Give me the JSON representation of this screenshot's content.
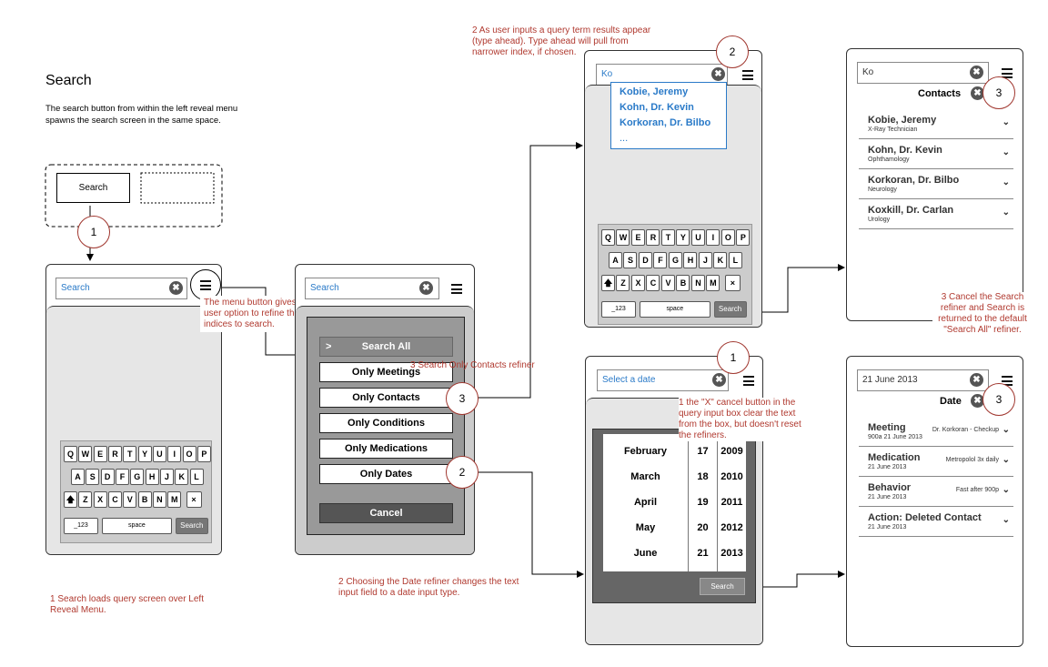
{
  "page": {
    "title": "Search",
    "description": "The search button from within the left reveal menu spawns the search screen in the same space."
  },
  "step1": {
    "search_button": "Search",
    "circle": "1",
    "note": "1 Search loads query screen over Left Reveal Menu."
  },
  "phone1": {
    "search_placeholder": "Search",
    "clear_glyph": "✖",
    "callout": "The menu button gives the user option to refine the indices to search."
  },
  "keyboard": {
    "row1": [
      "Q",
      "W",
      "E",
      "R",
      "T",
      "Y",
      "U",
      "I",
      "O",
      "P"
    ],
    "row2": [
      "A",
      "S",
      "D",
      "F",
      "G",
      "H",
      "J",
      "K",
      "L"
    ],
    "row3": [
      "Z",
      "X",
      "C",
      "V",
      "B",
      "N",
      "M"
    ],
    "shift": "🡅",
    "backspace": "×",
    "num_key": "_123",
    "space_key": "space",
    "search_key": "Search"
  },
  "phone2": {
    "search_placeholder": "Search",
    "refiners": [
      "Search All",
      "Only Meetings",
      "Only Contacts",
      "Only Conditions",
      "Only Medications",
      "Only Dates"
    ],
    "cancel": "Cancel",
    "refiner_chevron": ">",
    "note_contacts": "3 Search Only Contacts refiner",
    "circle_contacts": "3",
    "circle_dates": "2",
    "note_dates": "2 Choosing the Date refiner changes the text input field to a date input type."
  },
  "phone3": {
    "note": "2 As user inputs a query term results appear (type ahead). Type ahead will pull from narrower index, if chosen.",
    "circle": "2",
    "query": "Ko",
    "suggestions": [
      "Kobie, Jeremy",
      "Kohn, Dr. Kevin",
      "Korkoran, Dr. Bilbo",
      "..."
    ]
  },
  "phone4": {
    "query": "Ko",
    "refiner_label": "Contacts",
    "circle": "3",
    "contacts": [
      {
        "name": "Kobie, Jeremy",
        "role": "X-Ray Technician"
      },
      {
        "name": "Kohn, Dr. Kevin",
        "role": "Ophthamology"
      },
      {
        "name": "Korkoran, Dr. Bilbo",
        "role": "Neurology"
      },
      {
        "name": "Koxkill, Dr. Carlan",
        "role": "Urology"
      }
    ],
    "note": "3 Cancel the Search refiner and Search is returned to the default \"Search All\" refiner."
  },
  "phone5": {
    "placeholder": "Select a date",
    "circle": "1",
    "note": "1 the \"X\" cancel button in the query input box clear the text from the box, but doesn't reset the refiners.",
    "months": [
      "February",
      "March",
      "April",
      "May",
      "June"
    ],
    "days": [
      "17",
      "18",
      "19",
      "20",
      "21"
    ],
    "years": [
      "2009",
      "2010",
      "2011",
      "2012",
      "2013"
    ],
    "search_button": "Search"
  },
  "phone6": {
    "query": "21 June 2013",
    "refiner_label": "Date",
    "circle": "3",
    "results": [
      {
        "title": "Meeting",
        "date": "900a  21 June 2013",
        "detail": "Dr. Korkoran - Checkup"
      },
      {
        "title": "Medication",
        "date": "21 June 2013",
        "detail": "Metropolol 3x daily"
      },
      {
        "title": "Behavior",
        "date": "21 June 2013",
        "detail": "Fast after 900p"
      },
      {
        "title": "Action: Deleted Contact",
        "date": "21 June 2013",
        "detail": ""
      }
    ]
  },
  "icons": {
    "chevron": "⌄"
  },
  "colors": {
    "note": "#b0392f",
    "link": "#2a7ac8",
    "circle_border": "#a0362e"
  }
}
